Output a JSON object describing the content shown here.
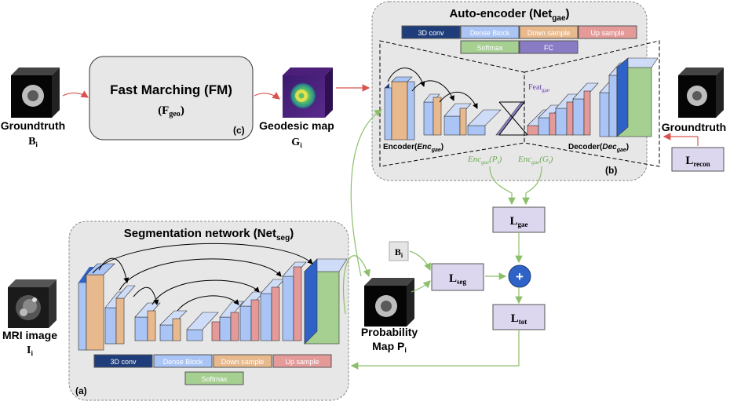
{
  "labels": {
    "groundtruth_left": "Groundtruth",
    "b_i_left": "B",
    "b_i_left_sub": "i",
    "fm_title": "Fast Marching (FM)",
    "fm_sub_main": "(F",
    "fm_sub_sub": "geo",
    "fm_sub_close": ")",
    "fm_tag": "(c)",
    "geodesic_label": "Geodesic map",
    "g_i": "G",
    "g_i_sub": "i",
    "ae_title_main": "Auto-encoder (Net",
    "ae_title_sub": "gae",
    "ae_title_close": ")",
    "ae_tag": "(b)",
    "feat_main": "Feat",
    "feat_sub": "gae",
    "encoder_main": "Encoder(",
    "encoder_italic": "Enc",
    "encoder_sub": "gae",
    "encoder_close": ")",
    "decoder_main": "Decoder(",
    "decoder_italic": "Dec",
    "decoder_sub": "gae",
    "decoder_close": ")",
    "enc_p_main": "Enc",
    "enc_p_sub": "gae",
    "enc_p_arg": "(P",
    "enc_p_arg_sub": "i",
    "enc_p_close": ")",
    "enc_g_main": "Enc",
    "enc_g_sub": "gae",
    "enc_g_arg": "(G",
    "enc_g_arg_sub": "i",
    "enc_g_close": ")",
    "groundtruth_right": "Groundtruth",
    "l_recon": "L",
    "l_recon_sub": "recon",
    "l_gae": "L",
    "l_gae_sub": "gae",
    "l_seg": "L",
    "l_seg_sub": "seg",
    "l_tot": "L",
    "l_tot_sub": "tot",
    "plus": "+",
    "b_i_box": "B",
    "b_i_box_sub": "i",
    "seg_title_main": "Segmentation network (Net",
    "seg_title_sub": "seg",
    "seg_title_close": ")",
    "seg_tag": "(a)",
    "mri_label": "MRI image",
    "i_i": "I",
    "i_i_sub": "i",
    "prob_label_1": "Probability",
    "prob_label_2": "Map P",
    "prob_label_sub": "i"
  },
  "legend_ae": [
    "3D conv",
    "Dense Block",
    "Down sample",
    "Up sample",
    "Softmax",
    "FC"
  ],
  "legend_seg": [
    "3D conv",
    "Dense Block",
    "Down sample",
    "Up sample",
    "Softmax"
  ],
  "colors": {
    "conv": "#1f3d7a",
    "dense": "#a9c4f5",
    "down": "#e8b98d",
    "up": "#e59a9a",
    "softmax": "#a6cf92",
    "fc": "#8a7cc4",
    "loss_box": "#ddd6ef",
    "plus": "#2f62c7",
    "red_arrow": "#d9534f",
    "green_arrow": "#8cbf6a",
    "panel": "#e7e7e7"
  }
}
